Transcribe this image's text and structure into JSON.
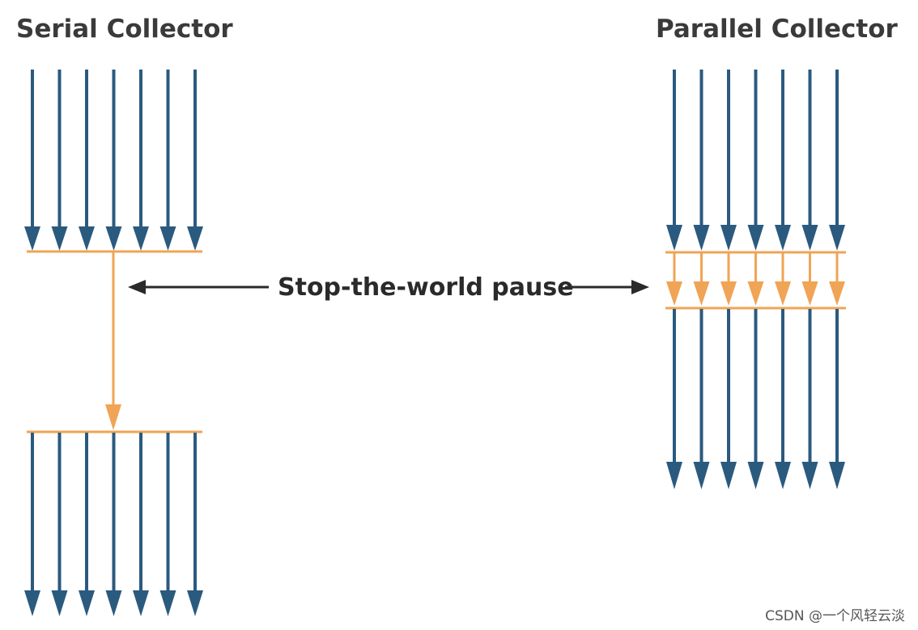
{
  "titles": {
    "serial": "Serial Collector",
    "parallel": "Parallel Collector"
  },
  "pause_label": "Stop-the-world pause",
  "watermark": "CSDN @一个风轻云淡",
  "colors": {
    "application_thread": "#2b5a7f",
    "gc_thread": "#f0a455",
    "label_text": "#2a2a2a",
    "title_text": "#3a3a3a"
  },
  "serial": {
    "application_threads": 7,
    "gc_threads": 1
  },
  "parallel": {
    "application_threads": 7,
    "gc_threads": 7
  }
}
